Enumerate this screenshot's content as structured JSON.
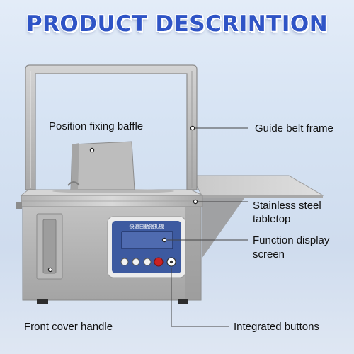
{
  "title": "PRODUCT DESCRINTION",
  "labels": {
    "position_fixing_baffle": "Position fixing baffle",
    "guide_belt_frame": "Guide belt frame",
    "stainless_steel_tabletop_line1": "Stainless steel",
    "stainless_steel_tabletop_line2": "tabletop",
    "function_display_screen_line1": "Function display",
    "function_display_screen_line2": "screen",
    "front_cover_handle": "Front cover handle",
    "integrated_buttons": "Integrated buttons"
  },
  "panel_text": "快速自動捆扎機",
  "colors": {
    "title": "#2f54c6",
    "steel_light": "#c9c9c9",
    "steel_dark": "#8e8e8e",
    "panel_blue": "#3d5aa0",
    "screen": "#4f6bb0",
    "button_red": "#cc2222"
  }
}
